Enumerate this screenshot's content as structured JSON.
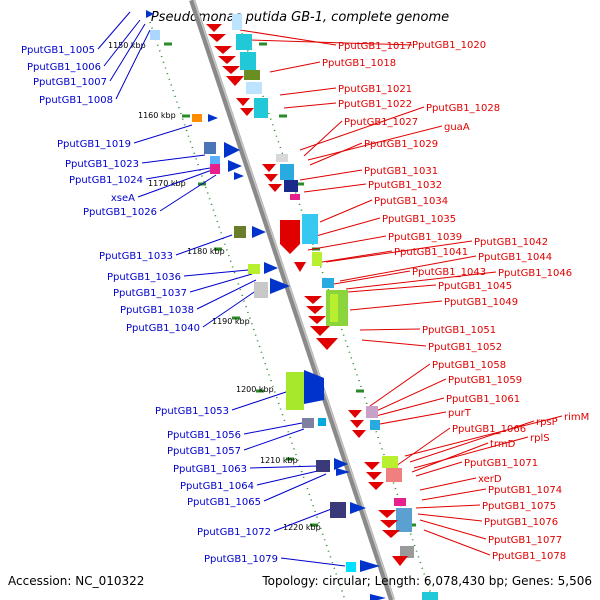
{
  "map": {
    "title": "Pseudomonas putida GB-1, complete genome",
    "accession": "Accession: NC_010322",
    "summary": "Topology: circular; Length: 6,078,430 bp; Genes: 5,506",
    "colors": {
      "backbone": "#9a9a9a",
      "ticks": "#2a8a2a",
      "left_label": "#0000cc",
      "right_label": "#e00000"
    },
    "ticks": [
      "1150 kbp",
      "1160 kbp",
      "1170 kbp",
      "1180 kbp",
      "1190 kbp",
      "1200 kbp",
      "1210 kbp",
      "1220 kbp"
    ],
    "left_labels": [
      "PputGB1_1005",
      "PputGB1_1006",
      "PputGB1_1007",
      "PputGB1_1008",
      "PputGB1_1019",
      "PputGB1_1023",
      "PputGB1_1024",
      "xseA",
      "PputGB1_1026",
      "PputGB1_1033",
      "PputGB1_1036",
      "PputGB1_1037",
      "PputGB1_1038",
      "PputGB1_1040",
      "PputGB1_1053",
      "PputGB1_1056",
      "PputGB1_1057",
      "PputGB1_1063",
      "PputGB1_1064",
      "PputGB1_1065",
      "PputGB1_1072",
      "PputGB1_1079"
    ],
    "right_labels": [
      "PputGB1_1017",
      "PputGB1_1020",
      "PputGB1_1018",
      "PputGB1_1021",
      "PputGB1_1022",
      "PputGB1_1028",
      "PputGB1_1027",
      "guaA",
      "PputGB1_1029",
      "PputGB1_1031",
      "PputGB1_1032",
      "PputGB1_1034",
      "PputGB1_1035",
      "PputGB1_1039",
      "PputGB1_1042",
      "PputGB1_1041",
      "PputGB1_1044",
      "PputGB1_1043",
      "PputGB1_1046",
      "PputGB1_1045",
      "PputGB1_1049",
      "PputGB1_1051",
      "PputGB1_1052",
      "PputGB1_1058",
      "PputGB1_1059",
      "PputGB1_1061",
      "purT",
      "rimM",
      "rpsP",
      "PputGB1_1066",
      "rplS",
      "trmD",
      "PputGB1_1071",
      "xerD",
      "PputGB1_1074",
      "PputGB1_1075",
      "PputGB1_1076",
      "PputGB1_1077",
      "PputGB1_1078"
    ]
  }
}
